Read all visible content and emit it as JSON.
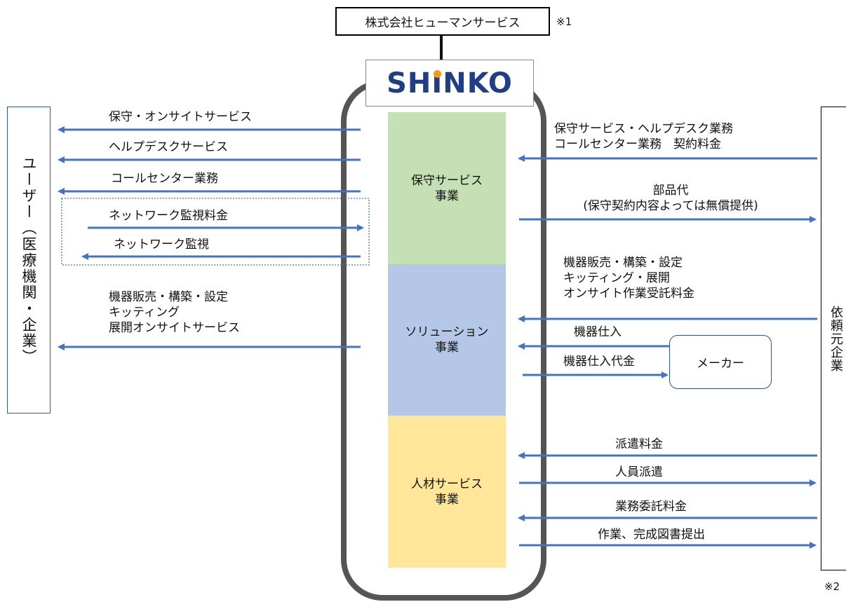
{
  "parent_company": {
    "label": "株式会社ヒューマンサービス",
    "note": "※1"
  },
  "logo": {
    "text_pre": "SH",
    "text_i": "I",
    "text_post": "NKO"
  },
  "segments": {
    "maintenance": {
      "line1": "保守サービス",
      "line2": "事業",
      "color": "#c5e0b4"
    },
    "solution": {
      "line1": "ソリューション",
      "line2": "事業",
      "color": "#b4c7e7"
    },
    "hr": {
      "line1": "人材サービス",
      "line2": "事業",
      "color": "#ffe699"
    }
  },
  "users": {
    "label": "ユーザー（医療機関・企業）"
  },
  "clients": {
    "label": "依頼元企業",
    "note": "※2"
  },
  "maker": {
    "label": "メーカー"
  },
  "left_flows": {
    "onsite": "保守・オンサイトサービス",
    "helpdesk": "ヘルプデスクサービス",
    "callcenter": "コールセンター業務",
    "netfee": "ネットワーク監視料金",
    "netwatch": "ネットワーク監視",
    "sales": [
      "機器販売・構築・設定",
      "キッティング",
      "展開オンサイトサービス"
    ]
  },
  "right_flows": {
    "contract_fee": [
      "保守サービス・ヘルプデスク業務",
      "コールセンター業務　契約料金"
    ],
    "parts": [
      "部品代",
      "(保守契約内容よっては無償提供)"
    ],
    "sol_fee": [
      "機器販売・構築・設定",
      "キッティング・展開",
      "オンサイト作業受託料金"
    ],
    "purchase": "機器仕入",
    "purchase_pay": "機器仕入代金",
    "dispatch_fee": "派遣料金",
    "dispatch": "人員派遣",
    "outsourcing_fee": "業務委託料金",
    "deliverables": "作業、完成図書提出"
  },
  "colors": {
    "arrow": "#4472c4",
    "frame": "#555555"
  }
}
